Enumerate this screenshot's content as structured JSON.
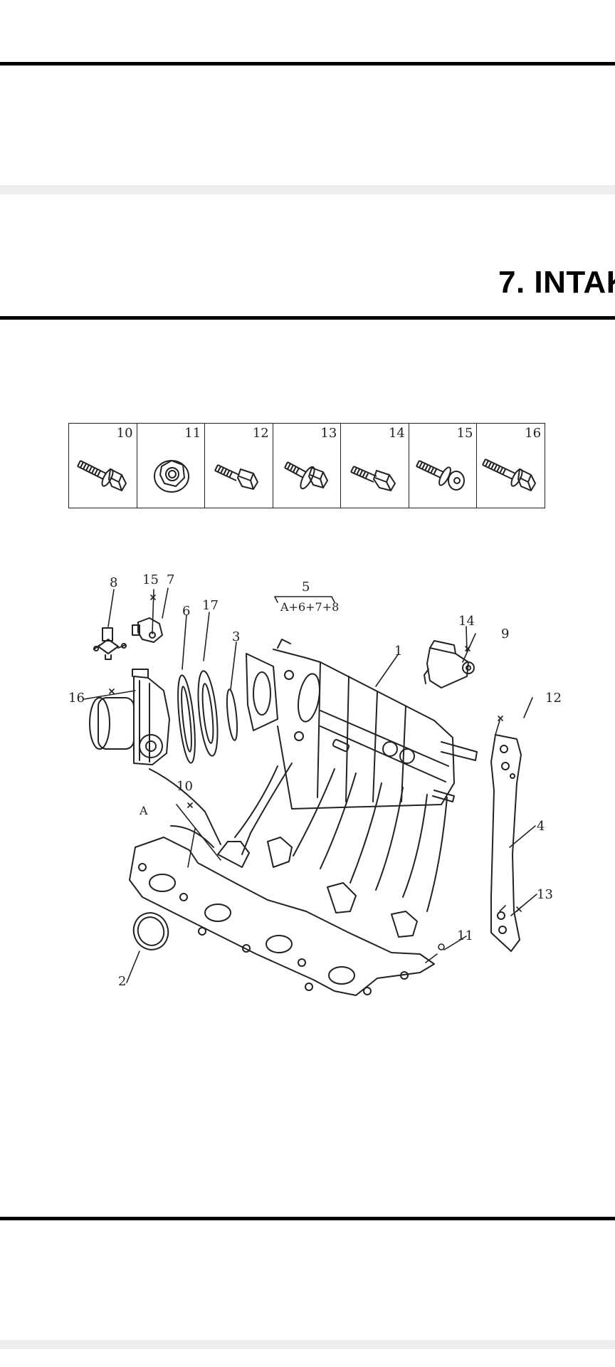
{
  "page": {
    "section_title": "7. INTAK"
  },
  "fastener_table": {
    "cells": [
      {
        "number": "10"
      },
      {
        "number": "11"
      },
      {
        "number": "12"
      },
      {
        "number": "13"
      },
      {
        "number": "14"
      },
      {
        "number": "15"
      },
      {
        "number": "16"
      }
    ]
  },
  "diagram": {
    "labels": {
      "l1": "1",
      "l2": "2",
      "l3": "3",
      "l4": "4",
      "l5": "5",
      "l5_formula": "A+6+7+8",
      "l6": "6",
      "l7": "7",
      "l8": "8",
      "l9": "9",
      "l10": "10",
      "l11": "11",
      "l12": "12",
      "l13": "13",
      "l14": "14",
      "l15": "15",
      "l16": "16",
      "l17": "17",
      "lA": "A"
    }
  }
}
